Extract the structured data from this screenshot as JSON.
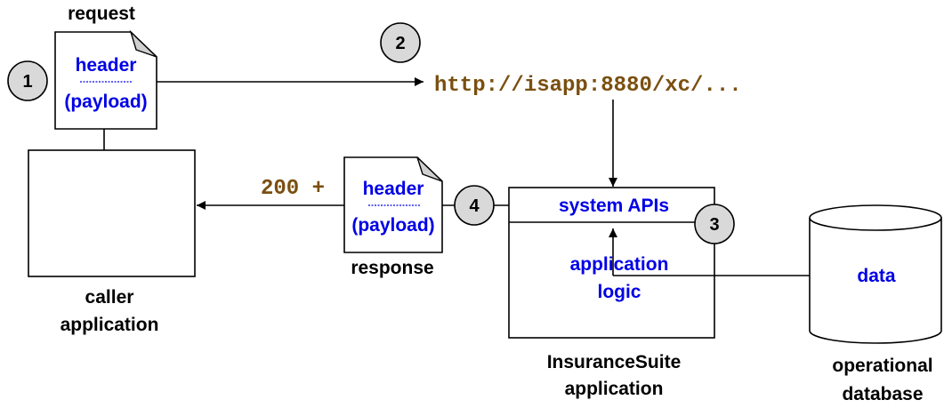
{
  "labels": {
    "request": "request",
    "response": "response",
    "caller_line1": "caller",
    "caller_line2": "application",
    "suite_line1": "InsuranceSuite",
    "suite_line2": "application",
    "db_line1": "operational",
    "db_line2": "database"
  },
  "request_doc": {
    "header": "header",
    "payload": "(payload)"
  },
  "response_doc": {
    "header": "header",
    "payload": "(payload)"
  },
  "url": "http://isapp:8880/xc/...",
  "status": "200 +",
  "suite": {
    "system_apis": "system APIs",
    "logic_line1": "application",
    "logic_line2": "logic"
  },
  "db": {
    "data": "data"
  },
  "steps": [
    "1",
    "2",
    "3",
    "4"
  ],
  "colors": {
    "accent_text": "#0000e6",
    "url_text": "#7a4f10",
    "step_fill": "#d9d9d9",
    "line": "#000000"
  }
}
